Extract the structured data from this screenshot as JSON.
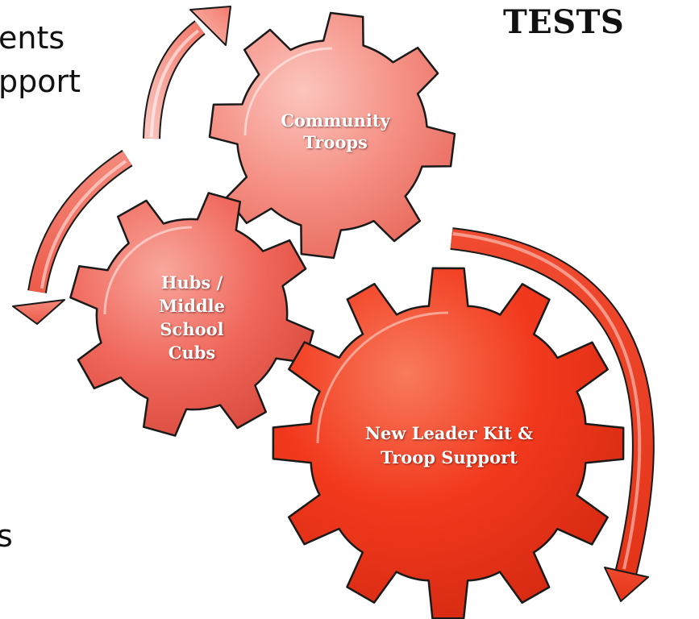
{
  "text_fragments": {
    "line_1": "ents",
    "line_2": "pport",
    "line_3": "s"
  },
  "heading": "TESTS",
  "gears": [
    {
      "lines": [
        "Community",
        "Troops"
      ],
      "color": "#f48c82"
    },
    {
      "lines": [
        "Hubs /",
        "Middle",
        "School",
        "Cubs"
      ],
      "color": "#f2675c"
    },
    {
      "lines": [
        "New Leader Kit &",
        "Troop Support"
      ],
      "color": "#f53a1f"
    }
  ],
  "colors": {
    "arrow": "#ef4c3a",
    "outline": "#1a1a1a"
  }
}
